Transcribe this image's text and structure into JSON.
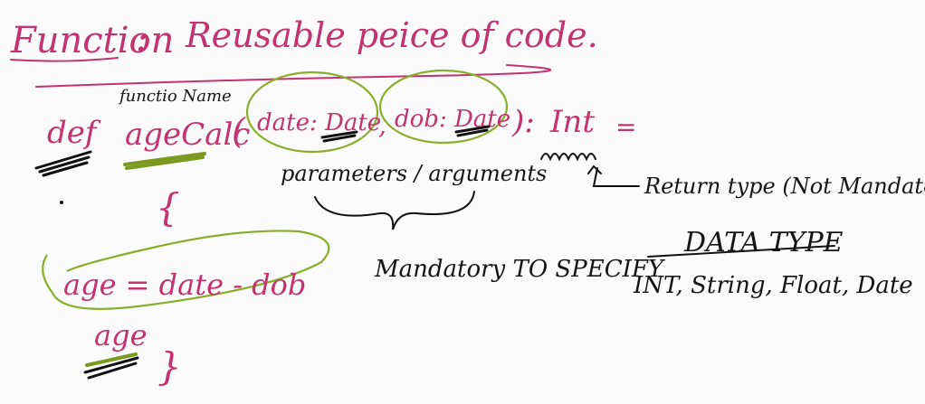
{
  "title": {
    "word": "Function",
    "colon": ":",
    "rest": "Reusable peice of code."
  },
  "signature": {
    "def": "def",
    "function_name_label": "functio Name",
    "function_name": "ageCalc",
    "open_paren": "(",
    "param1": "date: Date",
    "comma": ",",
    "param2": "dob: Date",
    "close_paren_colon": "):",
    "return_type": "Int",
    "equals": "="
  },
  "annotations": {
    "parameters": "parameters / arguments",
    "return_type_note": "Return type (Not Mandatory)",
    "mandatory": "Mandatory TO SPECIFY",
    "data_type": "DATA TYPE",
    "data_type_examples": "INT, String, Float, Date"
  },
  "body": {
    "open_brace": "{",
    "statement": "age = date - dob",
    "return_value": "age",
    "close_brace": "}"
  },
  "colors": {
    "pink_ink": "#c2336f",
    "black_ink": "#151515",
    "green_highlight": "#8aad2a",
    "background": "#fbfbfb"
  }
}
